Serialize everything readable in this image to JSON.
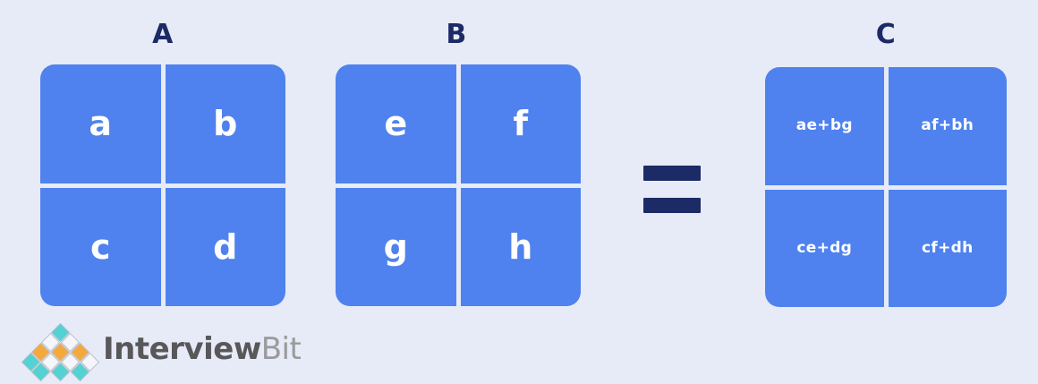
{
  "background_color": "#e7ebf7",
  "accent_color": "#4f82ee",
  "label_color": "#1c2a66",
  "divider_color": "#ffffff",
  "matrices": [
    {
      "name": "A",
      "label": "A",
      "cells": [
        {
          "text": "a"
        },
        {
          "text": "b"
        },
        {
          "text": "c"
        },
        {
          "text": "d"
        }
      ]
    },
    {
      "name": "B",
      "label": "B",
      "cells": [
        {
          "text": "e"
        },
        {
          "text": "f"
        },
        {
          "text": "g"
        },
        {
          "text": "h"
        }
      ]
    },
    {
      "name": "C",
      "label": "C",
      "cells": [
        {
          "text": "ae+bg"
        },
        {
          "text": "af+bh"
        },
        {
          "text": "ce+dg"
        },
        {
          "text": "cf+dh"
        }
      ]
    }
  ],
  "operator": {
    "icon": "equals-icon",
    "symbol": "=",
    "color": "#1c2a66"
  },
  "brand": {
    "mark_icon": "interviewbit-diamond-pyramid-icon",
    "name_primary": "Interview",
    "name_secondary": "Bit",
    "primary_color": "#58585a",
    "secondary_color": "#9a9a9c",
    "diamond_colors": {
      "teal": "#52d2d2",
      "orange": "#f5a93c",
      "white": "#f4f6fb"
    }
  }
}
